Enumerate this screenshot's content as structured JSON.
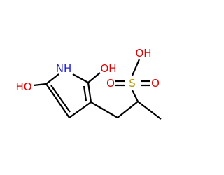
{
  "colors": {
    "bond": "#000000",
    "nitrogen": "#1f1fd6",
    "oxygen": "#e00000",
    "sulfur": "#b59a00",
    "background": "#ffffff"
  },
  "atoms": {
    "nh": "NH",
    "oh_pyrrole_c2": "OH",
    "oh_pyrrole_c5": "HO",
    "oh_sulfonic": "OH",
    "sulfur": "S",
    "o_sulfonyl_left": "O",
    "o_sulfonyl_right": "O"
  }
}
